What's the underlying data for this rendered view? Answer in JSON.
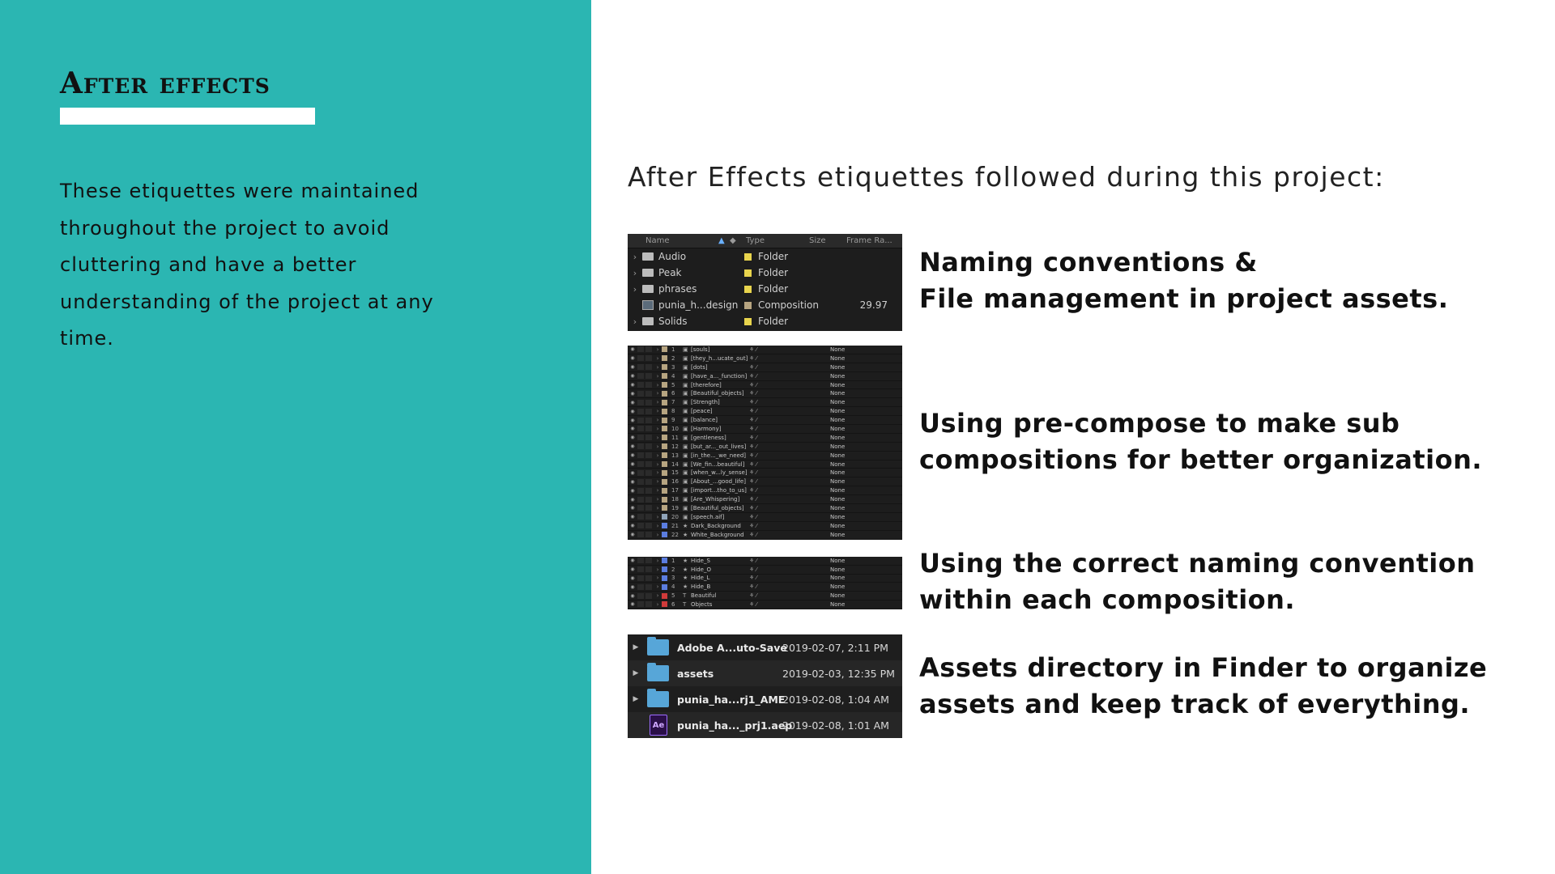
{
  "left": {
    "title": "After effects",
    "description": "These etiquettes were maintained throughout the project to avoid cluttering and have a better understanding of the project at any time."
  },
  "intro": "After Effects etiquettes followed during this project:",
  "colors": {
    "panel": "#2bb6b2",
    "yellow_label": "#e8d44d",
    "tan_label": "#b7a581",
    "blue_label": "#5b7de0",
    "red_label": "#d03a3a"
  },
  "project_panel": {
    "headers": [
      "Name",
      "Type",
      "Size",
      "Frame Ra..."
    ],
    "rows": [
      {
        "name": "Audio",
        "type": "Folder",
        "fr": ""
      },
      {
        "name": "Peak",
        "type": "Folder",
        "fr": ""
      },
      {
        "name": "phrases",
        "type": "Folder",
        "fr": ""
      },
      {
        "name": "punia_h...design",
        "type": "Composition",
        "fr": "29.97"
      },
      {
        "name": "Solids",
        "type": "Folder",
        "fr": ""
      }
    ]
  },
  "timeline1": [
    {
      "num": "1",
      "name": "[souls]",
      "par": "None"
    },
    {
      "num": "2",
      "name": "[they_h...ucate_out]",
      "par": "None"
    },
    {
      "num": "3",
      "name": "[dots]",
      "par": "None"
    },
    {
      "num": "4",
      "name": "[have_a..._function]",
      "par": "None"
    },
    {
      "num": "5",
      "name": "[therefore]",
      "par": "None"
    },
    {
      "num": "6",
      "name": "[Beautiful_objects]",
      "par": "None"
    },
    {
      "num": "7",
      "name": "[Strength]",
      "par": "None"
    },
    {
      "num": "8",
      "name": "[peace]",
      "par": "None"
    },
    {
      "num": "9",
      "name": "[balance]",
      "par": "None"
    },
    {
      "num": "10",
      "name": "[Harmony]",
      "par": "None"
    },
    {
      "num": "11",
      "name": "[gentleness]",
      "par": "None"
    },
    {
      "num": "12",
      "name": "[but_ar..._out_lives]",
      "par": "None"
    },
    {
      "num": "13",
      "name": "[in_the..._we_need]",
      "par": "None"
    },
    {
      "num": "14",
      "name": "[We_fin...beautiful]",
      "par": "None"
    },
    {
      "num": "15",
      "name": "[when_w...ly_sense]",
      "par": "None"
    },
    {
      "num": "16",
      "name": "[About_...good_life]",
      "par": "None"
    },
    {
      "num": "17",
      "name": "[import...tho_to_us]",
      "par": "None"
    },
    {
      "num": "18",
      "name": "[Are_Whispering]",
      "par": "None"
    },
    {
      "num": "19",
      "name": "[Beautiful_objects]",
      "par": "None"
    },
    {
      "num": "20",
      "name": "[speech.aif]",
      "par": "None"
    },
    {
      "num": "21",
      "name": "Dark_Background",
      "par": "None"
    },
    {
      "num": "22",
      "name": "White_Background",
      "par": "None"
    }
  ],
  "timeline2": [
    {
      "num": "1",
      "name": "Hide_S",
      "par": "None"
    },
    {
      "num": "2",
      "name": "Hide_O",
      "par": "None"
    },
    {
      "num": "3",
      "name": "Hide_L",
      "par": "None"
    },
    {
      "num": "4",
      "name": "Hide_B",
      "par": "None"
    },
    {
      "num": "5",
      "name": "Beautiful",
      "par": "None"
    },
    {
      "num": "6",
      "name": "Objects",
      "par": "None"
    }
  ],
  "finder": [
    {
      "name": "Adobe A...uto-Save",
      "date": "2019-02-07, 2:11 PM"
    },
    {
      "name": "assets",
      "date": "2019-02-03, 12:35 PM"
    },
    {
      "name": "punia_ha...rj1_AME",
      "date": "2019-02-08, 1:04 AM"
    },
    {
      "name": "punia_ha..._prj1.aep",
      "date": "2019-02-08, 1:01 AM",
      "ae_label": "Ae"
    }
  ],
  "captions": {
    "c1_line1": "Naming conventions &",
    "c1_line2": "File management in project assets.",
    "c2_line1": "Using pre-compose to make sub",
    "c2_line2": "compositions for better organization.",
    "c3_line1": "Using the correct naming convention",
    "c3_line2": "within each composition.",
    "c4_line1": "Assets directory in Finder to organize",
    "c4_line2": "assets and keep track of everything."
  }
}
